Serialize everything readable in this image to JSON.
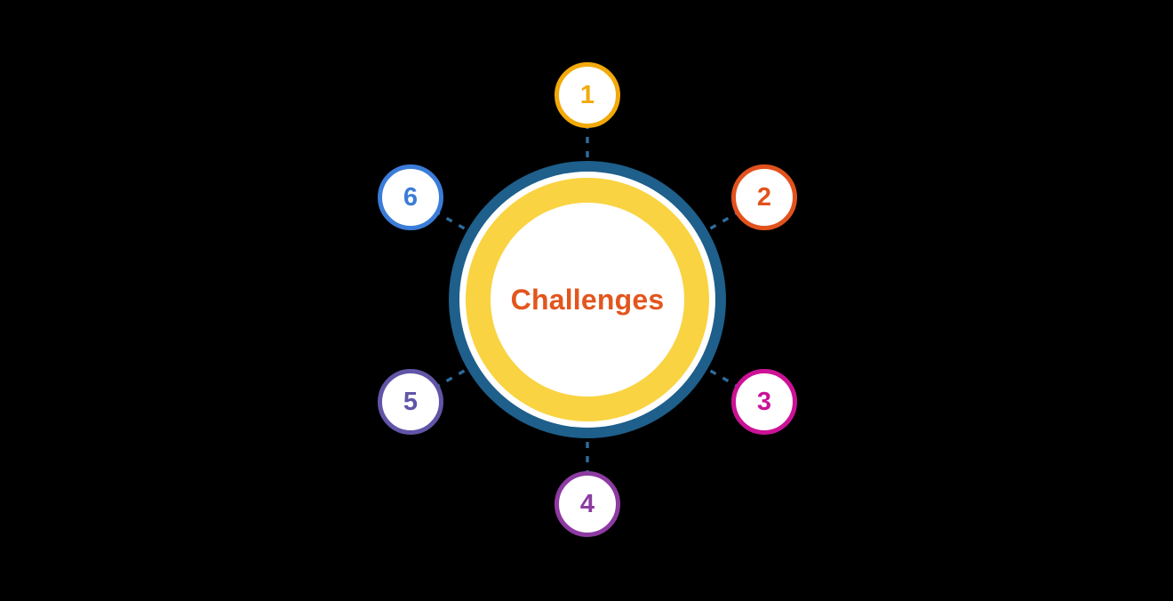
{
  "diagram": {
    "background_color": "#000000",
    "title": "Challenges",
    "title_color": "#E2561D",
    "center_circle": {
      "outer_ring_color": "#1E5F8B",
      "inner_ring_color": "#F9D341",
      "fill_color": "#FFFFFF"
    },
    "connector_color": "#2E6C9C",
    "connector_style": "dashed",
    "nodes": [
      {
        "label": "1",
        "color": "#F2A90A",
        "position": "top"
      },
      {
        "label": "2",
        "color": "#E2521D",
        "position": "upper-right"
      },
      {
        "label": "3",
        "color": "#CB1297",
        "position": "lower-right"
      },
      {
        "label": "4",
        "color": "#8D3BA2",
        "position": "bottom"
      },
      {
        "label": "5",
        "color": "#6055A6",
        "position": "lower-left"
      },
      {
        "label": "6",
        "color": "#3B7CD9",
        "position": "upper-left"
      }
    ]
  }
}
